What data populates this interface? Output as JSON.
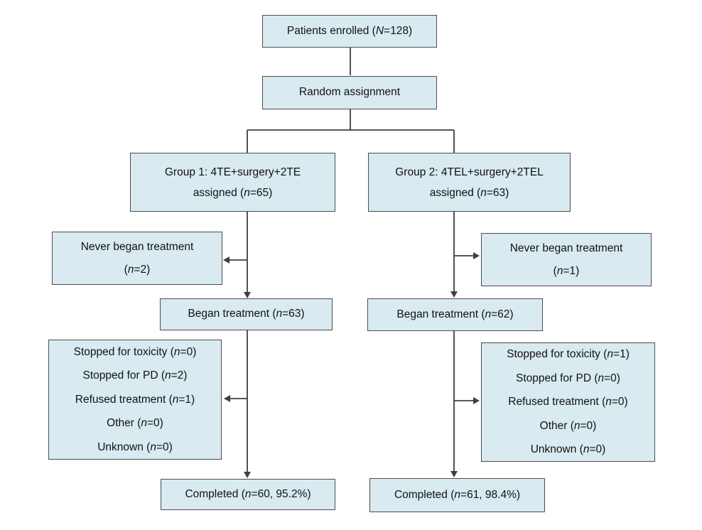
{
  "diagram": {
    "colors": {
      "background": "#ffffff",
      "box_fill": "#d9eaf1",
      "box_border": "#4d4d4d",
      "line": "#3f3f3f",
      "text": "#121212"
    },
    "nodes": {
      "enrolled": {
        "lines": [
          [
            {
              "t": "Patients enrolled ("
            },
            {
              "t": "N",
              "i": true
            },
            {
              "t": "=128)"
            }
          ]
        ]
      },
      "random": {
        "lines": [
          [
            {
              "t": "Random assignment"
            }
          ]
        ]
      },
      "group1": {
        "lines": [
          [
            {
              "t": "Group 1: 4TE+surgery+2TE"
            }
          ],
          [
            {
              "t": "assigned ("
            },
            {
              "t": "n",
              "i": true
            },
            {
              "t": "=65)"
            }
          ]
        ]
      },
      "group2": {
        "lines": [
          [
            {
              "t": "Group 2: 4TEL+surgery+2TEL"
            }
          ],
          [
            {
              "t": "assigned ("
            },
            {
              "t": "n",
              "i": true
            },
            {
              "t": "=63)"
            }
          ]
        ]
      },
      "never1": {
        "lines": [
          [
            {
              "t": "Never began treatment"
            }
          ],
          [
            {
              "t": "("
            },
            {
              "t": "n",
              "i": true
            },
            {
              "t": "=2)"
            }
          ]
        ]
      },
      "never2": {
        "lines": [
          [
            {
              "t": "Never began treatment"
            }
          ],
          [
            {
              "t": "("
            },
            {
              "t": "n",
              "i": true
            },
            {
              "t": "=1)"
            }
          ]
        ]
      },
      "began1": {
        "lines": [
          [
            {
              "t": "Began treatment ("
            },
            {
              "t": "n",
              "i": true
            },
            {
              "t": "=63)"
            }
          ]
        ]
      },
      "began2": {
        "lines": [
          [
            {
              "t": "Began treatment ("
            },
            {
              "t": "n",
              "i": true
            },
            {
              "t": "=62)"
            }
          ]
        ]
      },
      "stopped1": {
        "lines": [
          [
            {
              "t": "Stopped for toxicity ("
            },
            {
              "t": "n",
              "i": true
            },
            {
              "t": "=0)"
            }
          ],
          [
            {
              "t": "Stopped for PD ("
            },
            {
              "t": "n",
              "i": true
            },
            {
              "t": "=2)"
            }
          ],
          [
            {
              "t": "Refused treatment ("
            },
            {
              "t": "n",
              "i": true
            },
            {
              "t": "=1)"
            }
          ],
          [
            {
              "t": "Other ("
            },
            {
              "t": "n",
              "i": true
            },
            {
              "t": "=0)"
            }
          ],
          [
            {
              "t": "Unknown ("
            },
            {
              "t": "n",
              "i": true
            },
            {
              "t": "=0)"
            }
          ]
        ]
      },
      "stopped2": {
        "lines": [
          [
            {
              "t": "Stopped for toxicity ("
            },
            {
              "t": "n",
              "i": true
            },
            {
              "t": "=1)"
            }
          ],
          [
            {
              "t": "Stopped for PD ("
            },
            {
              "t": "n",
              "i": true
            },
            {
              "t": "=0)"
            }
          ],
          [
            {
              "t": "Refused treatment ("
            },
            {
              "t": "n",
              "i": true
            },
            {
              "t": "=0)"
            }
          ],
          [
            {
              "t": "Other ("
            },
            {
              "t": "n",
              "i": true
            },
            {
              "t": "=0)"
            }
          ],
          [
            {
              "t": "Unknown ("
            },
            {
              "t": "n",
              "i": true
            },
            {
              "t": "=0)"
            }
          ]
        ]
      },
      "completed1": {
        "lines": [
          [
            {
              "t": "Completed ("
            },
            {
              "t": "n",
              "i": true
            },
            {
              "t": "=60, 95.2%)"
            }
          ]
        ]
      },
      "completed2": {
        "lines": [
          [
            {
              "t": "Completed ("
            },
            {
              "t": "n",
              "i": true
            },
            {
              "t": "=61, 98.4%)"
            }
          ]
        ]
      }
    }
  }
}
